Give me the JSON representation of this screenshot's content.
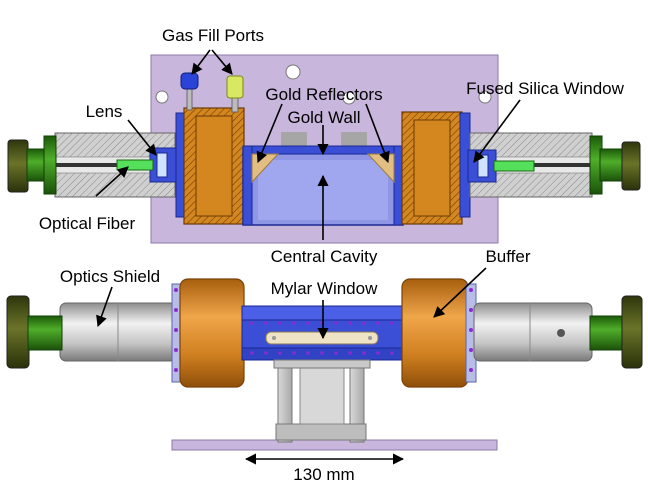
{
  "labels": {
    "gas_fill_ports": "Gas Fill Ports",
    "lens": "Lens",
    "gold_reflectors": "Gold Reflectors",
    "gold_wall": "Gold Wall",
    "fused_silica_window": "Fused Silica Window",
    "optical_fiber": "Optical Fiber",
    "central_cavity": "Central Cavity",
    "optics_shield": "Optics Shield",
    "buffer": "Buffer",
    "mylar_window": "Mylar Window",
    "dimension": "130 mm"
  },
  "colors": {
    "plate": "#c8b6dc",
    "orange": "#d4871f",
    "blue": "#3a4fd6",
    "cavity_fill": "#8f96e6",
    "gray": "#c9c9c9",
    "dark_green": "#3f4a14",
    "green": "#2b7d12",
    "gold_reflector": "#e2be82",
    "mylar": "#efe3c6"
  }
}
